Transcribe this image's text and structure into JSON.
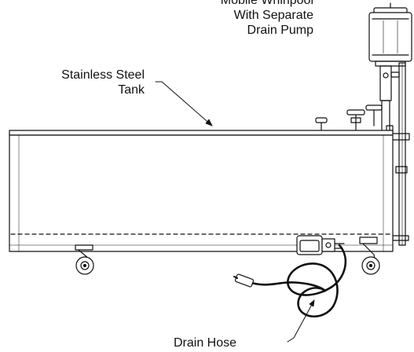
{
  "labels": {
    "whirlpool_line1": "Mobile Whirlpool",
    "whirlpool_line2": "With Separate",
    "whirlpool_line3": "Drain Pump",
    "tank_line1": "Stainless Steel",
    "tank_line2": "Tank",
    "drain_hose": "Drain Hose"
  },
  "colors": {
    "line": "#111111",
    "background": "#ffffff"
  }
}
